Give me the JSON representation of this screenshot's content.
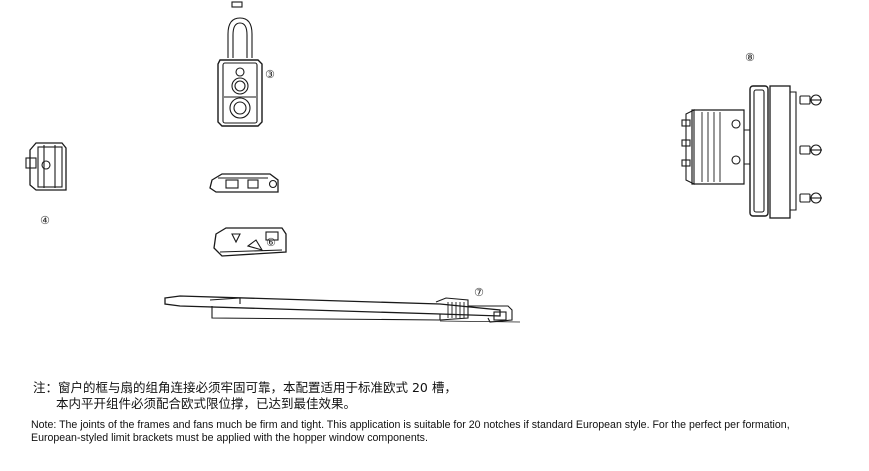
{
  "callouts": {
    "part3": "③",
    "part4": "④",
    "part6": "⑥",
    "part7": "⑦",
    "part8": "⑧"
  },
  "notes": {
    "cn_line1": "注：窗户的框与扇的组角连接必须牢固可靠，本配置适用于标准欧式 20 槽，",
    "cn_line2": "本内平开组件必须配合欧式限位撑，已达到最佳效果。",
    "en_text": "Note: The joints of the frames and fans much be firm and tight. This application is suitable for 20 notches if standard European style. For the perfect per formation, European-styled limit brackets must be applied with the hopper window components."
  }
}
